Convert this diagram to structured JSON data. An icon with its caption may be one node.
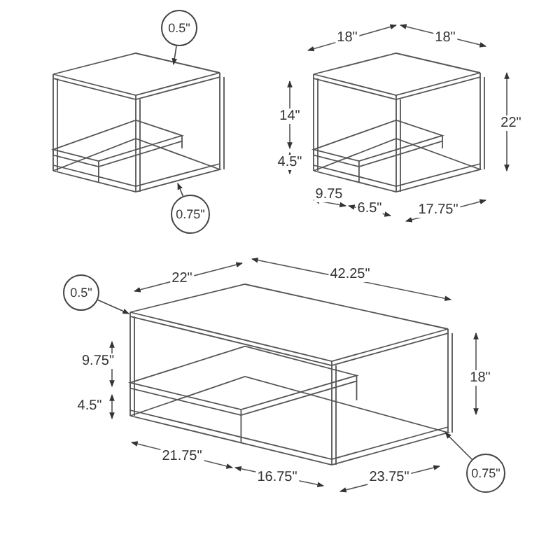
{
  "diagram": {
    "nodes": [
      {
        "text": [
          "0.5\""
        ]
      },
      {
        "text": [],
        "shape": "picture"
      },
      {
        "text": [
          "0.75\""
        ]
      },
      {
        "text": [
          "0.5\""
        ]
      },
      {
        "text": [],
        "shape": "picture"
      },
      {
        "text": [
          "0.75\""
        ]
      }
    ],
    "edges": [
      {
        "from": 0,
        "to": 1,
        "arrow": "to"
      },
      {
        "from": 2,
        "to": 1,
        "arrow": "to"
      },
      {
        "from": 3,
        "to": 4,
        "arrow": "to"
      },
      {
        "from": 5,
        "to": 4,
        "arrow": "to"
      }
    ],
    "labels": [
      "18\"",
      "18\"",
      "14\"",
      "22\"",
      "4.5\"",
      "9.75",
      "6.5\"",
      "17.75\"",
      "22\"",
      "42.25\"",
      "9.75\"",
      "18\"",
      "4.5\"",
      "21.75\"",
      "16.75\"",
      "23.75\""
    ]
  }
}
